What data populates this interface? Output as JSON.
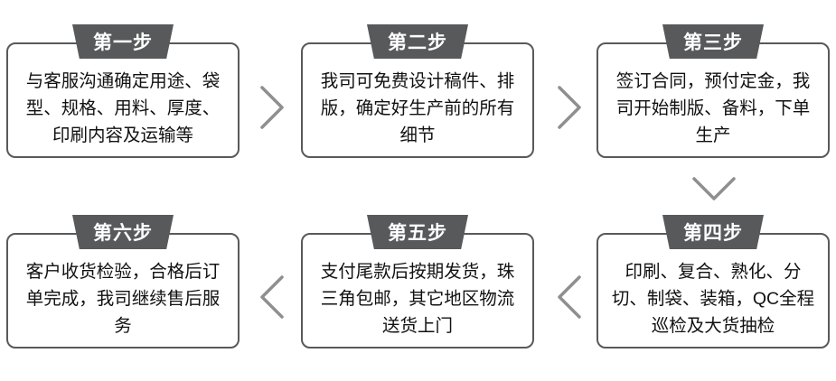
{
  "diagram": {
    "type": "process-flow",
    "colors": {
      "ribbon": "#58595b",
      "box_border": "#58595b",
      "arrow": "#8f8f8f",
      "text": "#111111",
      "background": "#ffffff"
    },
    "steps": [
      {
        "label": "第一步",
        "text": "与客服沟通确定用途、袋型、规格、用料、厚度、印刷内容及运输等"
      },
      {
        "label": "第二步",
        "text": "我司可免费设计稿件、排版，确定好生产前的所有细节"
      },
      {
        "label": "第三步",
        "text": "签订合同，预付定金，我司开始制版、备料，下单生产"
      },
      {
        "label": "第四步",
        "text": "印刷、复合、熟化、分切、制袋、装箱，QC全程巡检及大货抽检"
      },
      {
        "label": "第五步",
        "text": "支付尾款后按期发货，珠三角包邮，其它地区物流送货上门"
      },
      {
        "label": "第六步",
        "text": "客户收货检验，合格后订单完成，我司继续售后服务"
      }
    ],
    "arrows": [
      {
        "from": 1,
        "to": 2,
        "direction": "right",
        "icon": "chevron-right-icon"
      },
      {
        "from": 2,
        "to": 3,
        "direction": "right",
        "icon": "chevron-right-icon"
      },
      {
        "from": 3,
        "to": 4,
        "direction": "down",
        "icon": "chevron-down-icon"
      },
      {
        "from": 4,
        "to": 5,
        "direction": "left",
        "icon": "chevron-left-icon"
      },
      {
        "from": 5,
        "to": 6,
        "direction": "left",
        "icon": "chevron-left-icon"
      }
    ]
  }
}
